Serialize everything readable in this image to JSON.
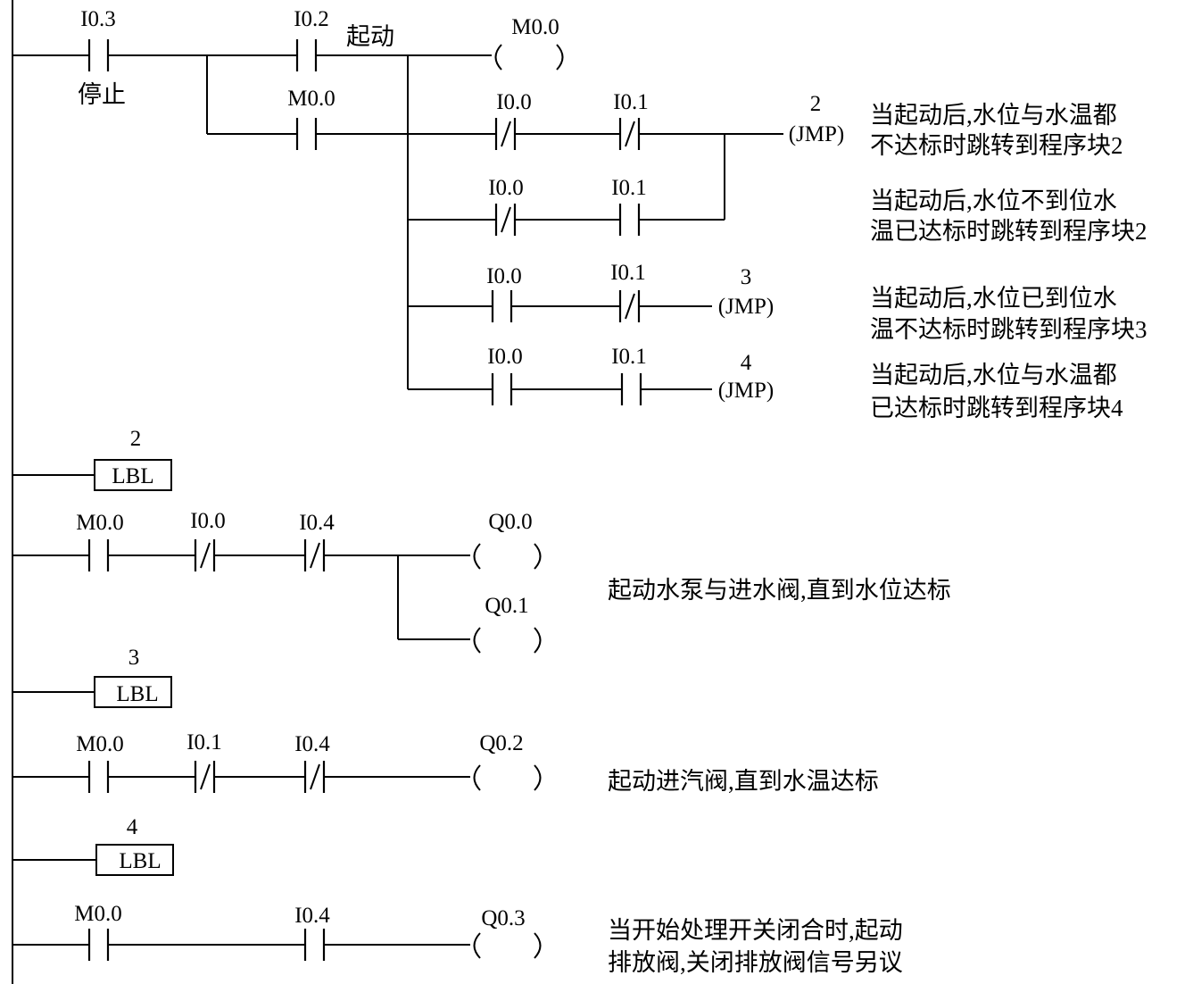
{
  "contacts": {
    "i03_stop": {
      "address": "I0.3",
      "type": "NO",
      "caption": "停止"
    },
    "i02_start": {
      "address": "I0.2",
      "type": "NO",
      "caption": "起动"
    },
    "m00_hold": {
      "address": "M0.0",
      "type": "NO"
    },
    "r1_i00": {
      "address": "I0.0",
      "type": "NC"
    },
    "r1_i01": {
      "address": "I0.1",
      "type": "NC"
    },
    "r2_i00": {
      "address": "I0.0",
      "type": "NC"
    },
    "r2_i01": {
      "address": "I0.1",
      "type": "NO"
    },
    "r3_i00": {
      "address": "I0.0",
      "type": "NO"
    },
    "r3_i01": {
      "address": "I0.1",
      "type": "NC"
    },
    "r4_i00": {
      "address": "I0.0",
      "type": "NO"
    },
    "r4_i01": {
      "address": "I0.1",
      "type": "NO"
    },
    "l2_m00": {
      "address": "M0.0",
      "type": "NO"
    },
    "l2_i00": {
      "address": "I0.0",
      "type": "NC"
    },
    "l2_i04": {
      "address": "I0.4",
      "type": "NC"
    },
    "l3_m00": {
      "address": "M0.0",
      "type": "NO"
    },
    "l3_i01": {
      "address": "I0.1",
      "type": "NC"
    },
    "l3_i04": {
      "address": "I0.4",
      "type": "NC"
    },
    "l4_m00": {
      "address": "M0.0",
      "type": "NO"
    },
    "l4_i04": {
      "address": "I0.4",
      "type": "NO"
    }
  },
  "coils": {
    "m00": {
      "address": "M0.0"
    },
    "q00": {
      "address": "Q0.0"
    },
    "q01": {
      "address": "Q0.1"
    },
    "q02": {
      "address": "Q0.2"
    },
    "q03": {
      "address": "Q0.3"
    }
  },
  "jumps": {
    "jmp_a": {
      "target": "2",
      "text": "(JMP)"
    },
    "jmp_b": {
      "target": "3",
      "text": "(JMP)"
    },
    "jmp_c": {
      "target": "4",
      "text": "(JMP)"
    }
  },
  "labels": {
    "lbl2": {
      "number": "2",
      "text": "LBL"
    },
    "lbl3": {
      "number": "3",
      "text": "LBL"
    },
    "lbl4": {
      "number": "4",
      "text": "LBL"
    }
  },
  "notes": {
    "n1": [
      "当起动后,水位与水温都",
      "不达标时跳转到程序块2"
    ],
    "n2": [
      "当起动后,水位不到位水",
      "温已达标时跳转到程序块2"
    ],
    "n3": [
      "当起动后,水位已到位水",
      "温不达标时跳转到程序块3"
    ],
    "n4": [
      "当起动后,水位与水温都",
      "已达标时跳转到程序块4"
    ],
    "n5": [
      "起动水泵与进水阀,直到水位达标"
    ],
    "n6": [
      "起动进汽阀,直到水温达标"
    ],
    "n7": [
      "当开始处理开关闭合时,起动",
      "排放阀,关闭排放阀信号另议"
    ]
  }
}
